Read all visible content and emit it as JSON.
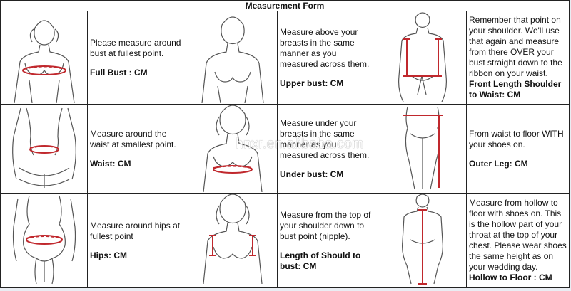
{
  "title": "Measurement Form",
  "cells": [
    {
      "desc": "Please measure around bust at fullest point.",
      "label": "Full Bust :  CM",
      "figure": "woman-bust-figure"
    },
    {
      "desc": "Measure above your breasts in the same manner as you measured across them.",
      "label": "Upper bust:  CM",
      "figure": "woman-upper-bust-figure"
    },
    {
      "desc": "Remember that point on your shoulder. We'll use that again and measure from there OVER your bust straight down to the ribbon on your waist.",
      "label": "Front Length Shoulder to Waist:  CM",
      "figure": "front-length-figure"
    },
    {
      "desc": "Measure around the waist at smallest point.",
      "label": "Waist:  CM",
      "figure": "waist-figure"
    },
    {
      "desc": "Measure under your breasts in the same manner as you measured across them.",
      "label": "Under bust:  CM",
      "figure": "under-bust-figure"
    },
    {
      "desc": "From waist to floor WITH your shoes on.",
      "label": "Outer Leg:  CM",
      "figure": "outer-leg-figure"
    },
    {
      "desc": "Measure around hips at fullest point",
      "label": "Hips:  CM",
      "figure": "hips-figure"
    },
    {
      "desc": "Measure from the top of your shoulder down to bust point (nipple).",
      "label": "Length of Should to bust:  CM",
      "figure": "shoulder-to-bust-figure"
    },
    {
      "desc": "Measure from hollow to floor with shoes on. This is the hollow part of your throat at the top of your chest. Please wear shoes the same height as on your wedding day.",
      "label": "Hollow to Floor :  CM",
      "figure": "hollow-to-floor-figure"
    }
  ],
  "watermark": "hnxr.en.alibaba.com",
  "colors": {
    "measure_line": "#c0282d",
    "sketch": "#555555"
  }
}
